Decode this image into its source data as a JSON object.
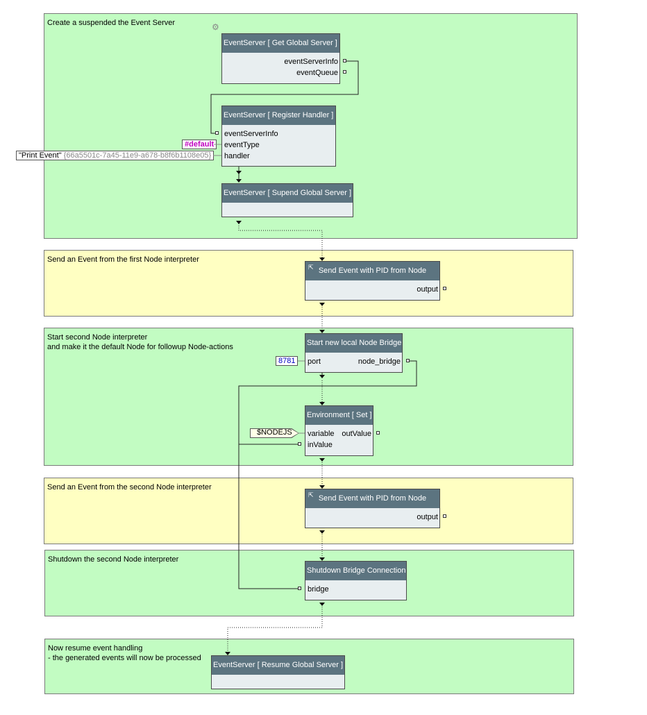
{
  "groups": [
    {
      "label": "Create a suspended the Event Server"
    },
    {
      "label": "Send an Event from the first Node interpreter"
    },
    {
      "label": "Start second Node interpreter\nand make it the default Node for followup Node-actions"
    },
    {
      "label": "Send an Event from the second Node interpreter"
    },
    {
      "label": "Shutdown the second Node interpreter"
    },
    {
      "label": "Now resume event handling\n- the generated events will now be processed"
    }
  ],
  "nodes": {
    "get_global_server": {
      "title": "EventServer [ Get Global Server ]",
      "outputs": [
        "eventServerInfo",
        "eventQueue"
      ]
    },
    "register_handler": {
      "title": "EventServer [ Register Handler ]",
      "inputs": [
        "eventServerInfo",
        "eventType",
        "handler"
      ]
    },
    "suspend_global_server": {
      "title": "EventServer [ Supend Global Server ]"
    },
    "send_event_1": {
      "title": "Send Event with PID from Node",
      "outputs": [
        "output"
      ]
    },
    "start_bridge": {
      "title": "Start new local Node Bridge",
      "inputs": [
        "port"
      ],
      "outputs": [
        "node_bridge"
      ]
    },
    "environment_set": {
      "title": "Environment [ Set ]",
      "inputs": [
        "variable",
        "inValue"
      ],
      "outputs": [
        "outValue"
      ]
    },
    "send_event_2": {
      "title": "Send Event with PID from Node",
      "outputs": [
        "output"
      ]
    },
    "shutdown_bridge": {
      "title": "Shutdown Bridge Connection",
      "inputs": [
        "bridge"
      ]
    },
    "resume_global_server": {
      "title": "EventServer [ Resume Global Server ]"
    }
  },
  "constants": {
    "event_type": "#default",
    "handler_name": "\"Print Event\"",
    "handler_id": "{66a5501c-7a45-11e9-a678-b8f6b1108e05}",
    "port": "8781",
    "variable": "$NODEJS"
  },
  "icons": {
    "gear": "gear-icon",
    "external": "external-link-icon"
  },
  "colors": {
    "group_green": "#c2fcc2",
    "group_yellow": "#ffffc2",
    "node_header": "#5c7480",
    "node_body": "#e8eef0",
    "constant_magenta": "#c000c0",
    "constant_blue": "#0000c0"
  }
}
